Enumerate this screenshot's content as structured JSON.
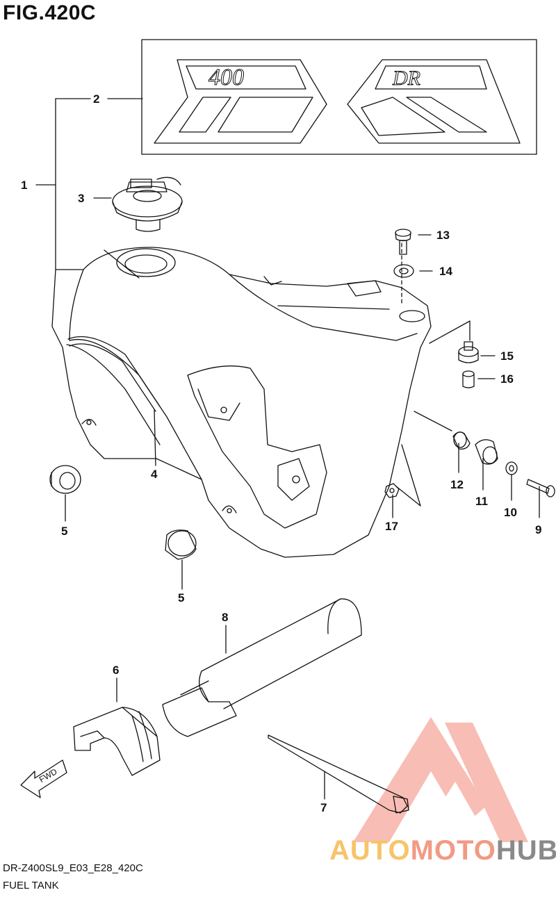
{
  "figure": {
    "title": "FIG.420C",
    "code": "DR-Z400SL9_E03_E28_420C",
    "name": "FUEL TANK"
  },
  "decal_text": {
    "left": "400",
    "right": "DR"
  },
  "fwd_label": "FWD",
  "watermark": {
    "part1": "AUTO",
    "part2": "MOTO",
    "part3": "HUB",
    "colors": {
      "part1": "#f7c46a",
      "part2": "#f29a84",
      "part3": "#8a8a8a",
      "logo": "#f08a80"
    }
  },
  "callouts": [
    {
      "id": "c1",
      "label": "1"
    },
    {
      "id": "c2",
      "label": "2"
    },
    {
      "id": "c3",
      "label": "3"
    },
    {
      "id": "c4",
      "label": "4"
    },
    {
      "id": "c5a",
      "label": "5"
    },
    {
      "id": "c5b",
      "label": "5"
    },
    {
      "id": "c6",
      "label": "6"
    },
    {
      "id": "c7",
      "label": "7"
    },
    {
      "id": "c8",
      "label": "8"
    },
    {
      "id": "c9",
      "label": "9"
    },
    {
      "id": "c10",
      "label": "10"
    },
    {
      "id": "c11",
      "label": "11"
    },
    {
      "id": "c12",
      "label": "12"
    },
    {
      "id": "c13",
      "label": "13"
    },
    {
      "id": "c14",
      "label": "14"
    },
    {
      "id": "c15",
      "label": "15"
    },
    {
      "id": "c16",
      "label": "16"
    },
    {
      "id": "c17",
      "label": "17"
    }
  ]
}
